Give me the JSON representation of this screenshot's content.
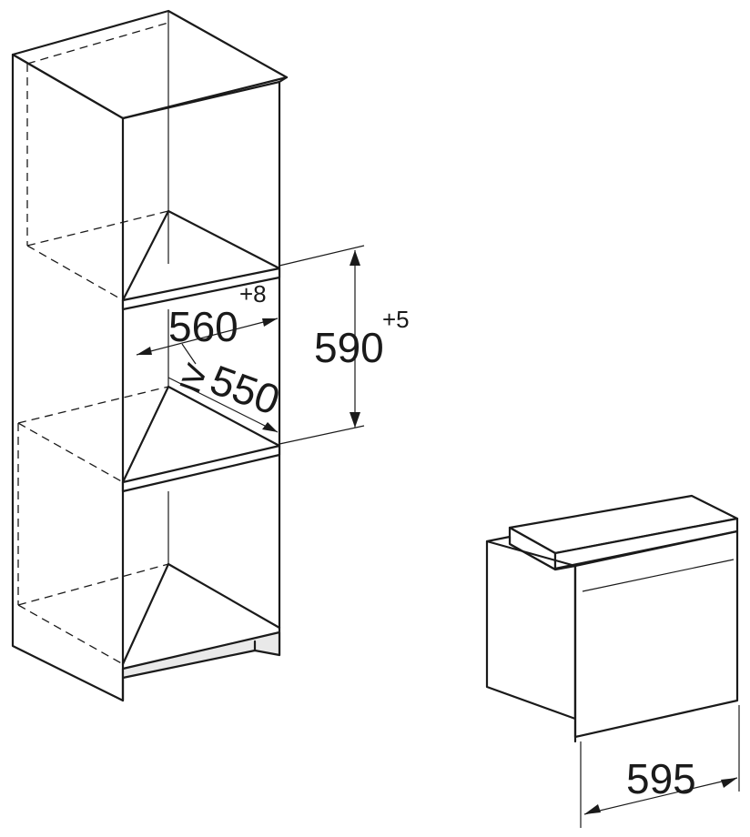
{
  "dimensions": {
    "niche_width": {
      "value": "560",
      "tolerance": "+8"
    },
    "niche_height": {
      "value": "590",
      "tolerance": "+5"
    },
    "niche_depth": {
      "symbol": "≥",
      "value": "550"
    },
    "appliance_width": {
      "value": "595"
    }
  }
}
